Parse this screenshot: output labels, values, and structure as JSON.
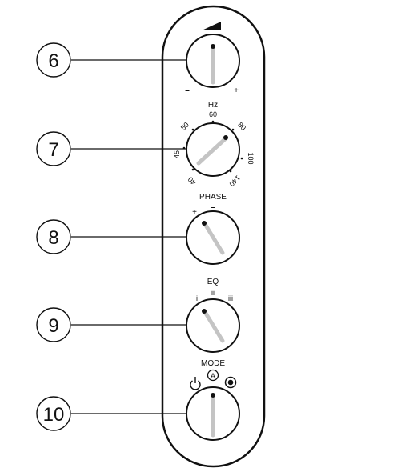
{
  "callouts": [
    "6",
    "7",
    "8",
    "9",
    "10"
  ],
  "volume": {
    "minus": "–",
    "plus": "+"
  },
  "frequency": {
    "title": "Hz",
    "ticks": [
      "40",
      "45",
      "50",
      "60",
      "80",
      "100",
      "140"
    ]
  },
  "phase": {
    "title": "PHASE",
    "plus": "+",
    "minus": "–"
  },
  "eq": {
    "title": "EQ",
    "positions": [
      "i",
      "ii",
      "iii"
    ]
  },
  "mode": {
    "title": "MODE",
    "auto_letter": "A"
  }
}
